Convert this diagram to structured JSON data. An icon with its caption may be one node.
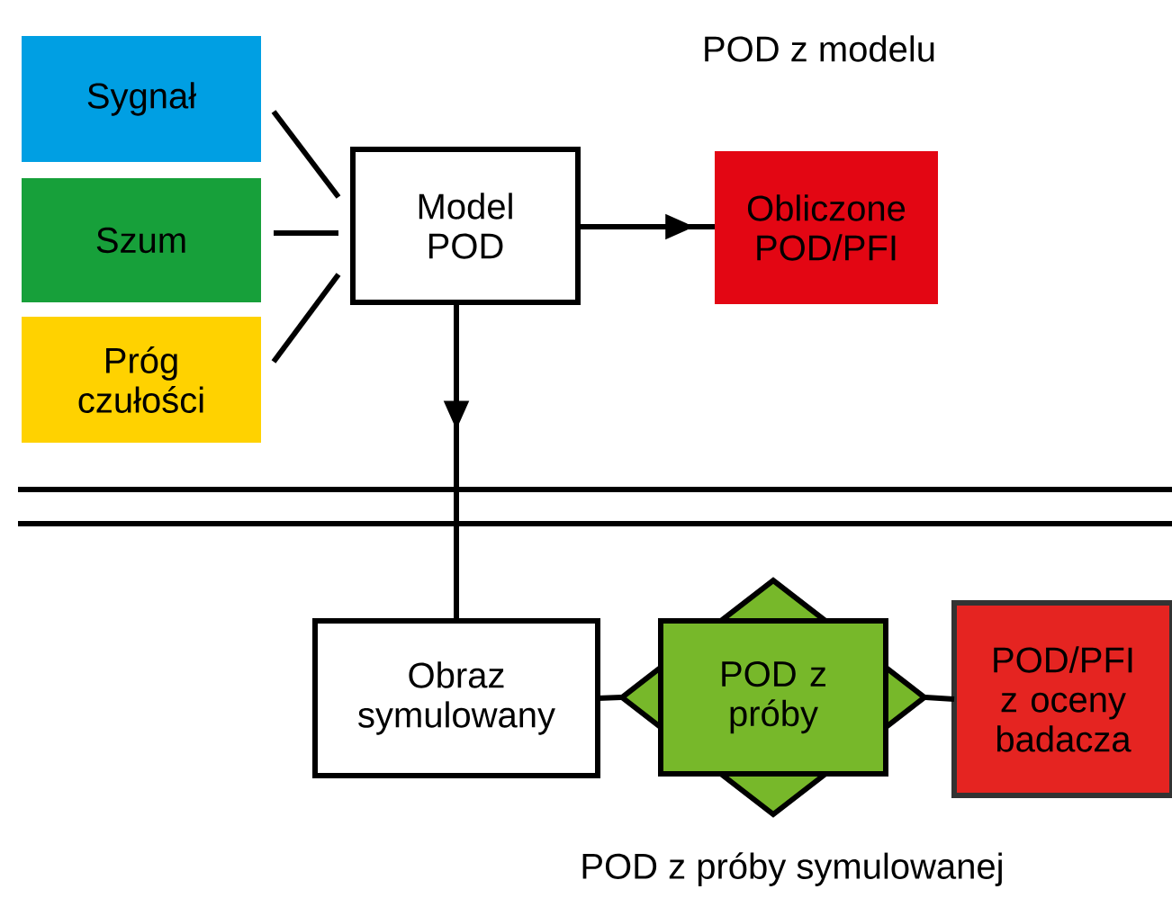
{
  "diagram": {
    "title": "POD z modelu",
    "caption": "POD z próby symulowanej",
    "nodes": [
      {
        "text": [
          "Sygnał"
        ]
      },
      {
        "text": [
          "Szum"
        ]
      },
      {
        "text": [
          "Próg czułości"
        ]
      },
      {
        "text": [
          "Model POD"
        ]
      },
      {
        "text": [
          "Obliczone POD/PFI"
        ]
      },
      {
        "text": [
          "Obraz symulowany"
        ]
      },
      {
        "text": [
          "POD z próby"
        ]
      },
      {
        "text": [
          "POD/PFI z oceny badacza"
        ]
      }
    ],
    "edges": [
      {
        "from": 0,
        "to": 3,
        "arrow": "none"
      },
      {
        "from": 1,
        "to": 3,
        "arrow": "none"
      },
      {
        "from": 2,
        "to": 3,
        "arrow": "none"
      },
      {
        "from": 3,
        "to": 4,
        "arrow": "to"
      },
      {
        "from": 3,
        "to": 5,
        "arrow": "to"
      },
      {
        "from": 5,
        "to": 6,
        "arrow": "none"
      },
      {
        "from": 6,
        "to": 7,
        "arrow": "none"
      }
    ]
  }
}
